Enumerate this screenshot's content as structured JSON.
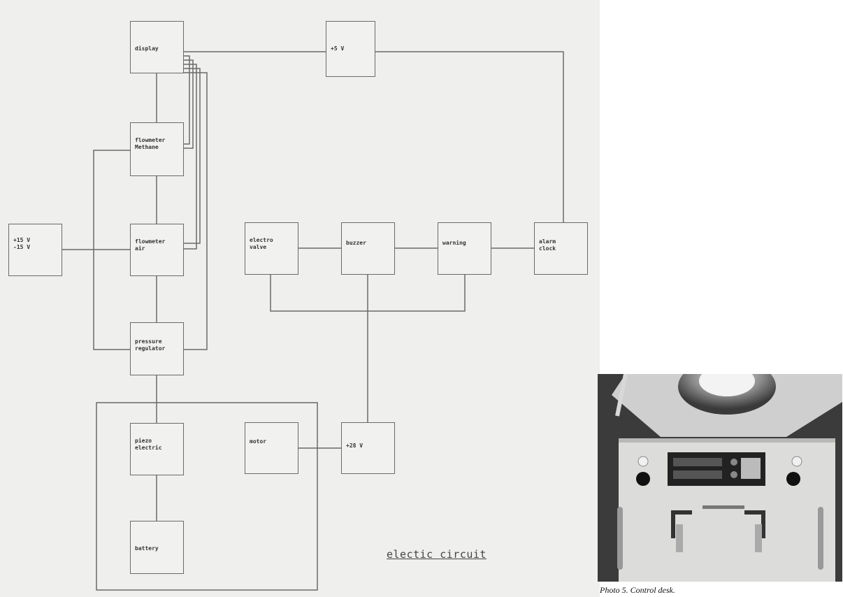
{
  "diagram": {
    "title": "electic circuit",
    "blocks": {
      "display": "display",
      "plus5v": "+5 V",
      "flowmeter_methane": "flowmeter\nMethane",
      "supply_15v": "+15 V\n-15 V",
      "flowmeter_air": "flowmeter\nair",
      "electro_valve": "electro\nvalve",
      "buzzer": "buzzer",
      "warning": "warning",
      "alarm_clock": "alarm\nclock",
      "pressure_regulator": "pressure\nregulator",
      "piezo_electric": "piezo\nelectric",
      "motor": "motor",
      "plus28v": "+28 V",
      "battery": "battery"
    }
  },
  "photo": {
    "caption": "Photo 5.   Control desk."
  }
}
